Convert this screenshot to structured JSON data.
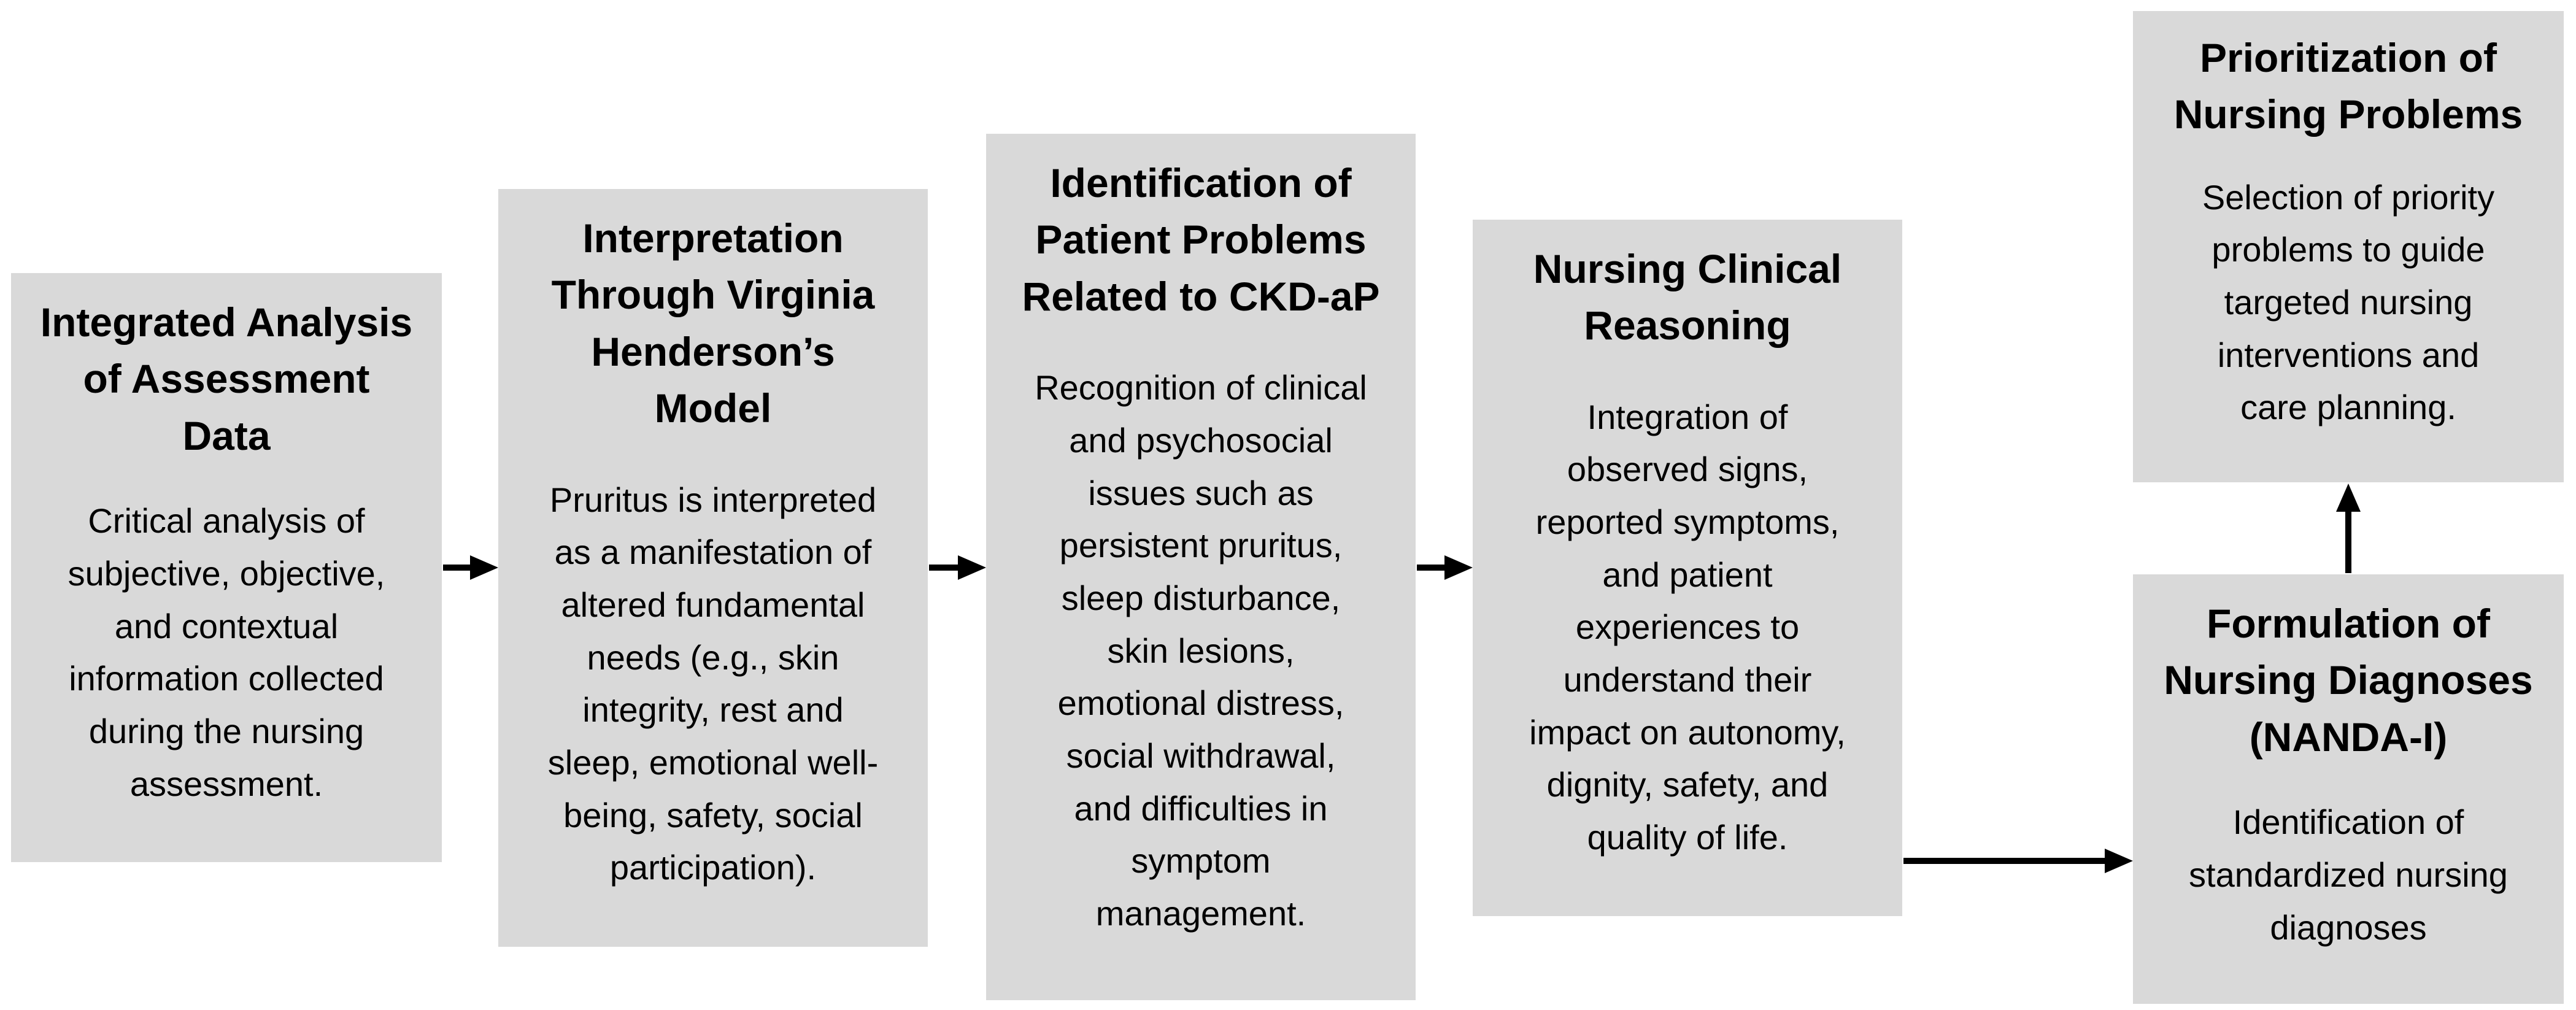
{
  "steps": [
    {
      "title": "Integrated Analysis\nof Assessment\nData",
      "body": "Critical analysis of\nsubjective, objective,\nand contextual\ninformation collected\nduring the nursing\nassessment."
    },
    {
      "title": "Interpretation\nThrough Virginia\nHenderson’s\nModel",
      "body": "Pruritus is interpreted\nas a manifestation of\naltered fundamental\nneeds (e.g., skin\nintegrity, rest and\nsleep, emotional well-\nbeing, safety, social\nparticipation)."
    },
    {
      "title": "Identification of\nPatient Problems\nRelated to CKD-aP",
      "body": "Recognition of clinical\nand psychosocial\nissues such as\npersistent pruritus,\nsleep disturbance,\nskin lesions,\nemotional distress,\nsocial withdrawal,\nand difficulties in\nsymptom\nmanagement."
    },
    {
      "title": "Nursing Clinical\nReasoning",
      "body": "Integration of\nobserved signs,\nreported symptoms,\nand patient\nexperiences to\nunderstand their\nimpact on autonomy,\ndignity, safety, and\nquality of life."
    },
    {
      "title": "Formulation of\nNursing Diagnoses\n(NANDA-I)",
      "body": "Identification of\nstandardized nursing\ndiagnoses"
    },
    {
      "title": "Prioritization of\nNursing Problems",
      "body": "Selection of priority\nproblems to guide\ntargeted nursing\ninterventions and\ncare planning."
    }
  ],
  "colors": {
    "box_fill": "#d9d9d9",
    "arrow": "#000000",
    "text": "#000000"
  }
}
